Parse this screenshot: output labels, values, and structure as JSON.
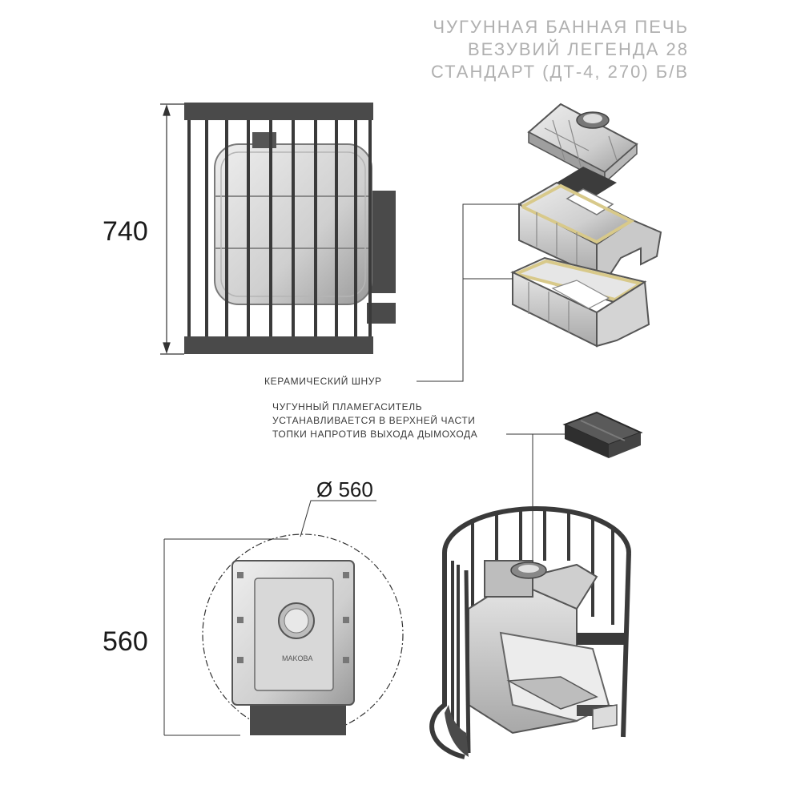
{
  "title": {
    "line1": "ЧУГУННАЯ БАННАЯ ПЕЧЬ",
    "line2": "ВЕЗУВИЙ ЛЕГЕНДА 28",
    "line3": "СТАНДАРТ (ДТ-4, 270) Б/В"
  },
  "dimensions": {
    "height": "740",
    "depth": "560",
    "diameter": "Ø 560"
  },
  "callouts": {
    "ceramic_cord": "КЕРАМИЧЕСКИЙ ШНУР",
    "flame_arrester_line1": "ЧУГУННЫЙ ПЛАМЕГАСИТЕЛЬ",
    "flame_arrester_line2": "УСТАНАВЛИВАЕТСЯ В ВЕРХНЕЙ ЧАСТИ",
    "flame_arrester_line3": "ТОПКИ НАПРОТИВ ВЫХОДА ДЫМОХОДА"
  },
  "top_view_label": "MAKOBA",
  "colors": {
    "dark_metal": "#4a4a4a",
    "cast_iron": "#d9d9d9",
    "cast_iron_shadow": "#9a9a9a",
    "cord": "#d8c98a",
    "title_gray": "#b0b0b0"
  }
}
